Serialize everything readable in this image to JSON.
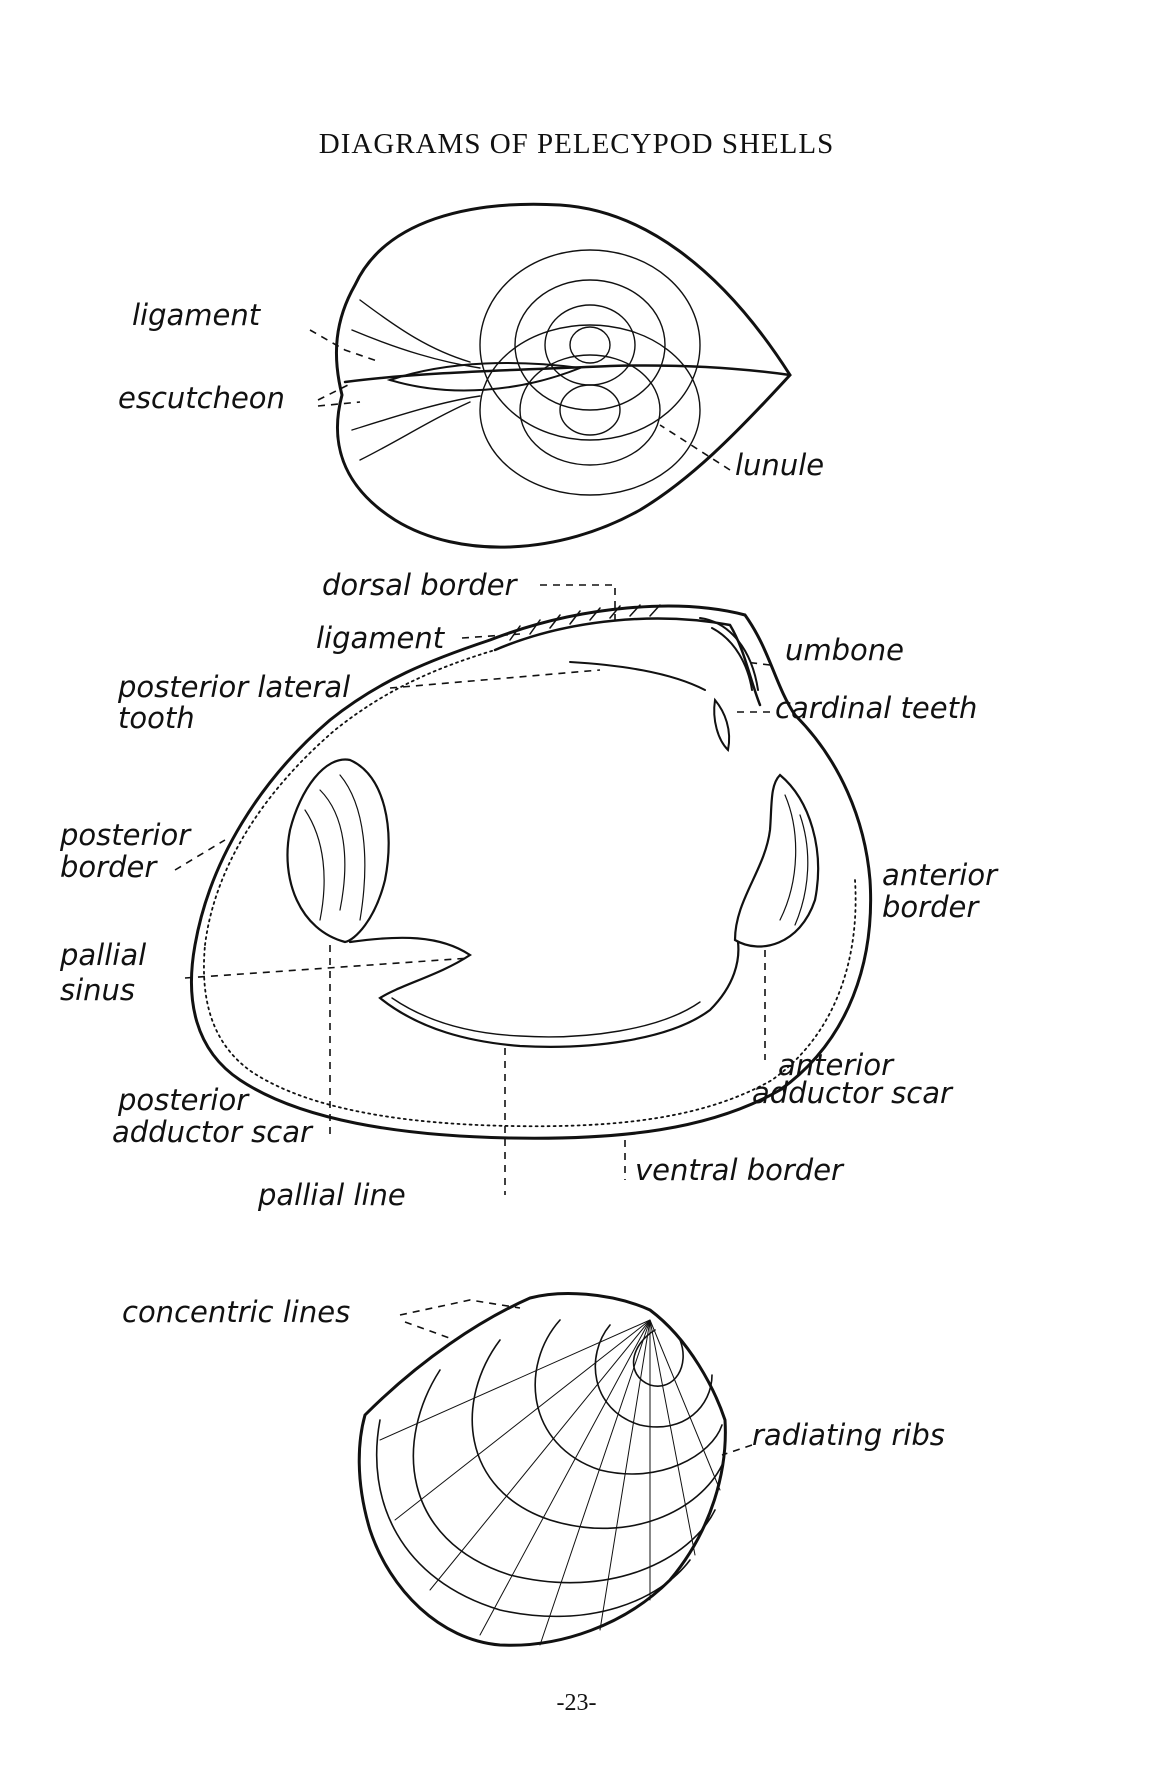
{
  "title": "DIAGRAMS OF PELECYPOD SHELLS",
  "page_number": "-23-",
  "figures": {
    "top_view": {
      "labels": {
        "ligament": "ligament",
        "escutcheon": "escutcheon",
        "lunule": "lunule"
      }
    },
    "interior_view": {
      "labels": {
        "dorsal_border": "dorsal border",
        "ligament": "ligament",
        "umbone": "umbone",
        "posterior_lateral_tooth_1": "posterior lateral",
        "posterior_lateral_tooth_2": "tooth",
        "cardinal_teeth": "cardinal teeth",
        "posterior_border_1": "posterior",
        "posterior_border_2": "border",
        "anterior_border_1": "anterior",
        "anterior_border_2": "border",
        "pallial_sinus_1": "pallial",
        "pallial_sinus_2": "sinus",
        "posterior_adductor_scar_1": "posterior",
        "posterior_adductor_scar_2": "adductor scar",
        "anterior_adductor_scar_1": "anterior",
        "anterior_adductor_scar_2": "adductor scar",
        "pallial_line": "pallial line",
        "ventral_border": "ventral border"
      }
    },
    "exterior_view": {
      "labels": {
        "concentric_lines": "concentric lines",
        "radiating_ribs": "radiating ribs"
      }
    }
  }
}
